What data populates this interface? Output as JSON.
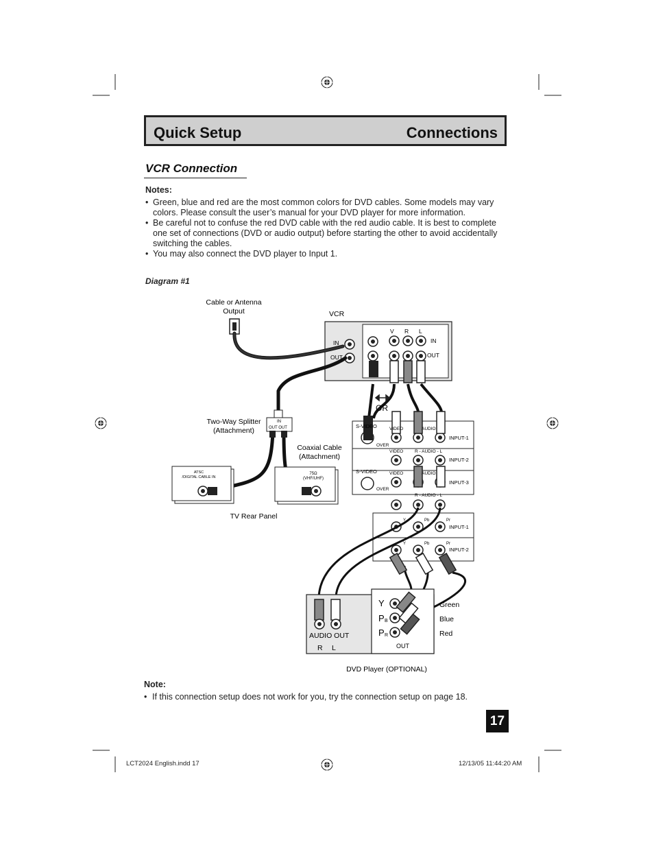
{
  "header": {
    "left_title": "Quick Setup",
    "right_title": "Connections"
  },
  "section": {
    "title": "VCR Connection"
  },
  "notes": {
    "heading": "Notes:",
    "items": [
      "Green, blue and red are the most common colors for DVD cables. Some models may vary colors. Please consult the user’s manual for your DVD player for more information.",
      "Be careful not to confuse the red DVD cable with the red audio cable. It is best to complete one set of connections (DVD or audio output) before starting the other to avoid accidentally switching the cables.",
      "You may also connect the DVD player to Input 1."
    ]
  },
  "diagram": {
    "label": "Diagram #1",
    "cable_output": [
      "Cable or Antenna",
      "Output"
    ],
    "vcr": "VCR",
    "vcr_ports": {
      "v": "V",
      "r": "R",
      "l": "L",
      "in": "IN",
      "out": "OUT",
      "ant_in": "IN",
      "ant_out": "OUT"
    },
    "or": "OR",
    "splitter": [
      "Two-Way Splitter",
      "(Attachment)"
    ],
    "splitter_ports": {
      "in": "IN",
      "out": "OUT  OUT"
    },
    "coax": [
      "Coaxial Cable",
      "(Attachment)"
    ],
    "atsc": [
      "ATSC",
      "/DIGITAL CABLE IN"
    ],
    "ohm": [
      "75Ω",
      "(VHF/UHF)"
    ],
    "tv_rear": "TV Rear Panel",
    "panel": {
      "s_video": "S-VIDEO",
      "video": "VIDEO",
      "audio": "AUDIO",
      "r_audio_l": "R - AUDIO - L",
      "over": "OVER",
      "input1": "INPUT-1",
      "input2": "INPUT-2",
      "input3": "INPUT-3",
      "y": "Y",
      "pb": "Pb",
      "pr": "Pr"
    },
    "dvd": {
      "audio_out": "AUDIO OUT",
      "r": "R",
      "l": "L",
      "y": "Y",
      "pb": "P",
      "pb_sub": "B",
      "pr": "P",
      "pr_sub": "R",
      "out": "OUT",
      "green": "Green",
      "blue": "Blue",
      "red": "Red",
      "caption": "DVD Player (OPTIONAL)"
    }
  },
  "note2": {
    "heading": "Note:",
    "text": "If this connection setup does not work for you, try the connection setup on page 18."
  },
  "page_number": "17",
  "footer": {
    "file": "LCT2024 English.indd   17",
    "date": "12/13/05   11:44:20 AM"
  }
}
